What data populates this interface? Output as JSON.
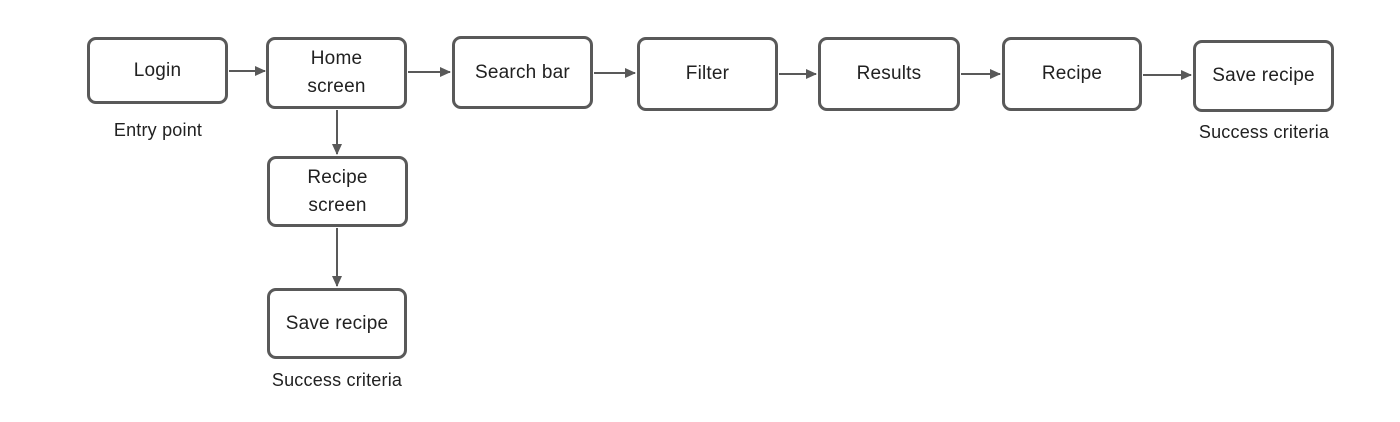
{
  "diagram": {
    "type": "flowchart-user-flow",
    "colors": {
      "node_border": "#595959",
      "node_fill": "#ffffff",
      "arrow": "#595959",
      "text": "#212121",
      "background": "#ffffff"
    },
    "nodes": [
      {
        "id": "login",
        "label": "Login"
      },
      {
        "id": "home-screen",
        "label": "Home screen"
      },
      {
        "id": "search-bar",
        "label": "Search bar"
      },
      {
        "id": "filter",
        "label": "Filter"
      },
      {
        "id": "results",
        "label": "Results"
      },
      {
        "id": "recipe",
        "label": "Recipe"
      },
      {
        "id": "save-recipe",
        "label": "Save recipe"
      },
      {
        "id": "recipe-screen",
        "label": "Recipe screen"
      },
      {
        "id": "save-recipe-branch",
        "label": "Save recipe"
      }
    ],
    "captions": [
      {
        "for": "login",
        "text": "Entry point"
      },
      {
        "for": "save-recipe",
        "text": "Success criteria"
      },
      {
        "for": "save-recipe-branch",
        "text": "Success criteria"
      }
    ],
    "edges": [
      {
        "from": "login",
        "to": "home-screen"
      },
      {
        "from": "home-screen",
        "to": "search-bar"
      },
      {
        "from": "search-bar",
        "to": "filter"
      },
      {
        "from": "filter",
        "to": "results"
      },
      {
        "from": "results",
        "to": "recipe"
      },
      {
        "from": "recipe",
        "to": "save-recipe"
      },
      {
        "from": "home-screen",
        "to": "recipe-screen"
      },
      {
        "from": "recipe-screen",
        "to": "save-recipe-branch"
      }
    ]
  }
}
